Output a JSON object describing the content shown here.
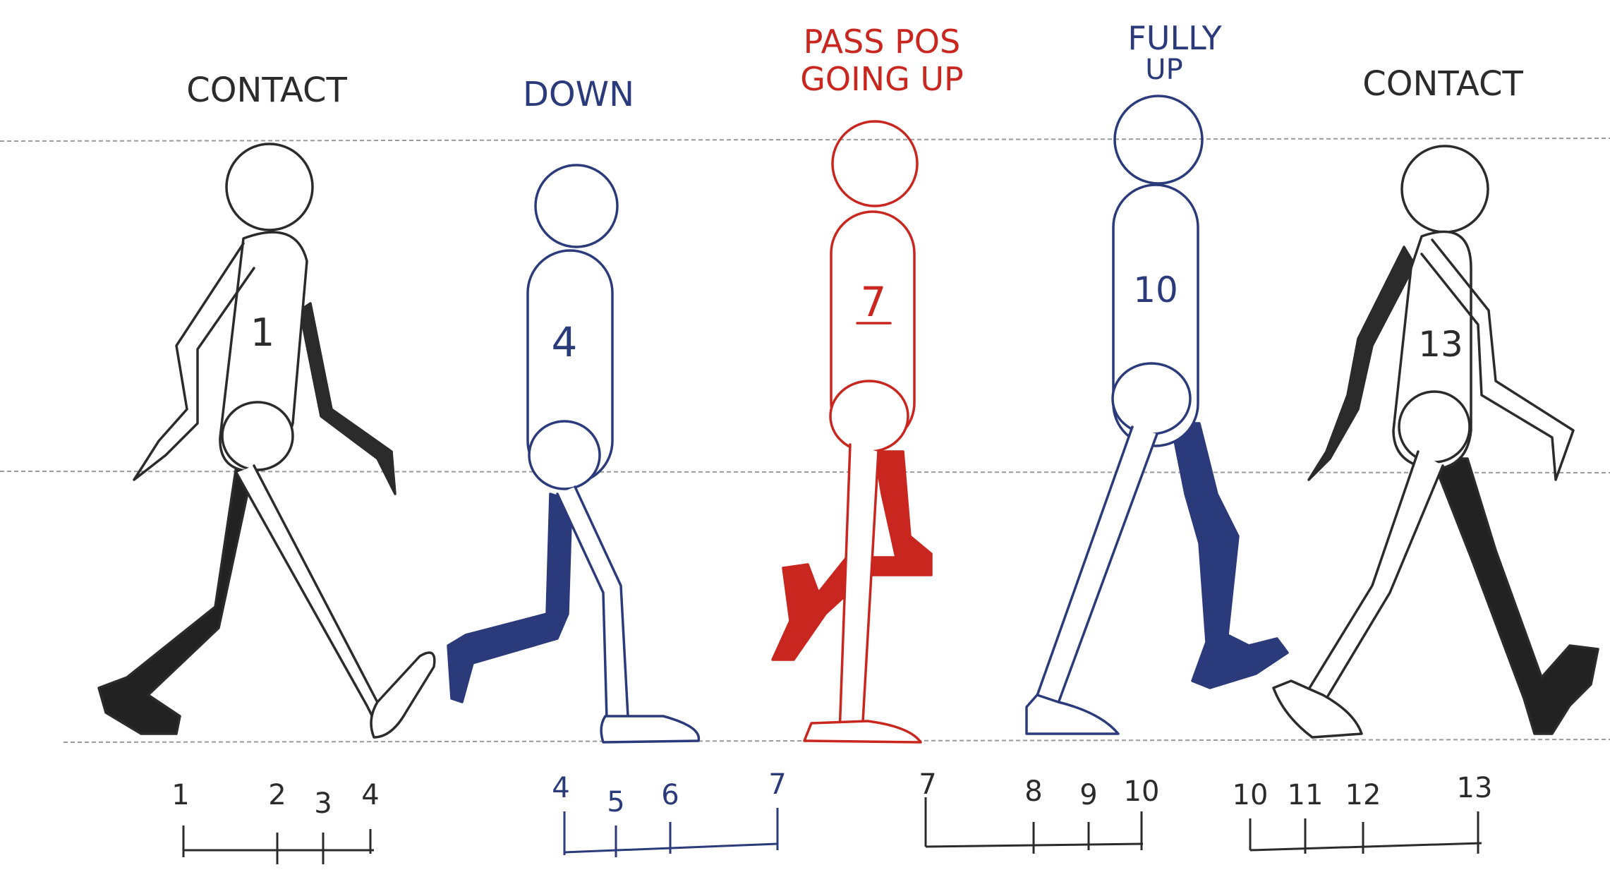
{
  "colors": {
    "pencil": "#2b2b2b",
    "blue": "#2a3a7a",
    "red": "#c8261e",
    "guide": "#9a9a9a"
  },
  "poses": [
    {
      "label_lines": [
        "CONTACT"
      ],
      "body_number": "1",
      "color": "#2b2b2b",
      "timing": [
        "1",
        "2",
        "3",
        "4"
      ]
    },
    {
      "label_lines": [
        "DOWN"
      ],
      "body_number": "4",
      "color": "#2a3a7a",
      "timing": [
        "4",
        "5",
        "6",
        "7"
      ]
    },
    {
      "label_lines": [
        "PASS POS",
        "GOING UP"
      ],
      "body_number": "7",
      "color": "#c8261e",
      "timing": []
    },
    {
      "label_lines": [
        "FULLY",
        "UP"
      ],
      "body_number": "10",
      "color": "#2a3a7a",
      "timing": [
        "7",
        "8",
        "9",
        "10"
      ]
    },
    {
      "label_lines": [
        "CONTACT"
      ],
      "body_number": "13",
      "color": "#2b2b2b",
      "timing": [
        "10",
        "11",
        "12",
        "13"
      ]
    }
  ]
}
